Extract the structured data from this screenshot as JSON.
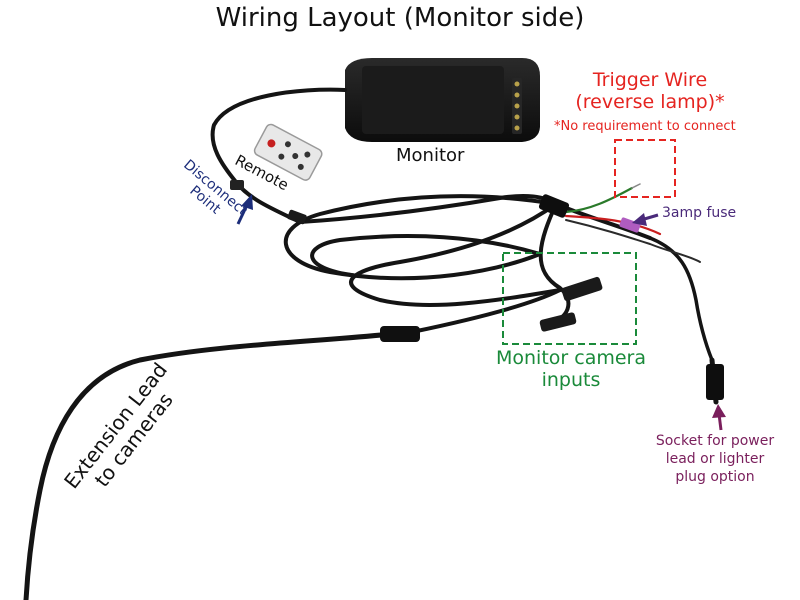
{
  "title": "Wiring Layout (Monitor side)",
  "labels": {
    "monitor": "Monitor",
    "remote": "Remote",
    "disconnect_line1": "Disconnect",
    "disconnect_line2": "Point",
    "trigger_line1": "Trigger Wire",
    "trigger_line2": "(reverse lamp)*",
    "trigger_note": "*No requirement to connect",
    "fuse": "3amp fuse",
    "inputs_line1": "Monitor camera",
    "inputs_line2": "inputs",
    "extension_line1": "Extension Lead",
    "extension_line2": "to cameras",
    "socket_line1": "Socket for power",
    "socket_line2": "lead or lighter",
    "socket_line3": "plug option"
  },
  "colors": {
    "trigger_box": "#e52420",
    "inputs_box": "#1a8a3a",
    "disconnect_arrow": "#1c2d7a",
    "fuse_arrow": "#4a2a7a",
    "socket_arrow": "#7a1f5c",
    "cable": "#141414"
  }
}
